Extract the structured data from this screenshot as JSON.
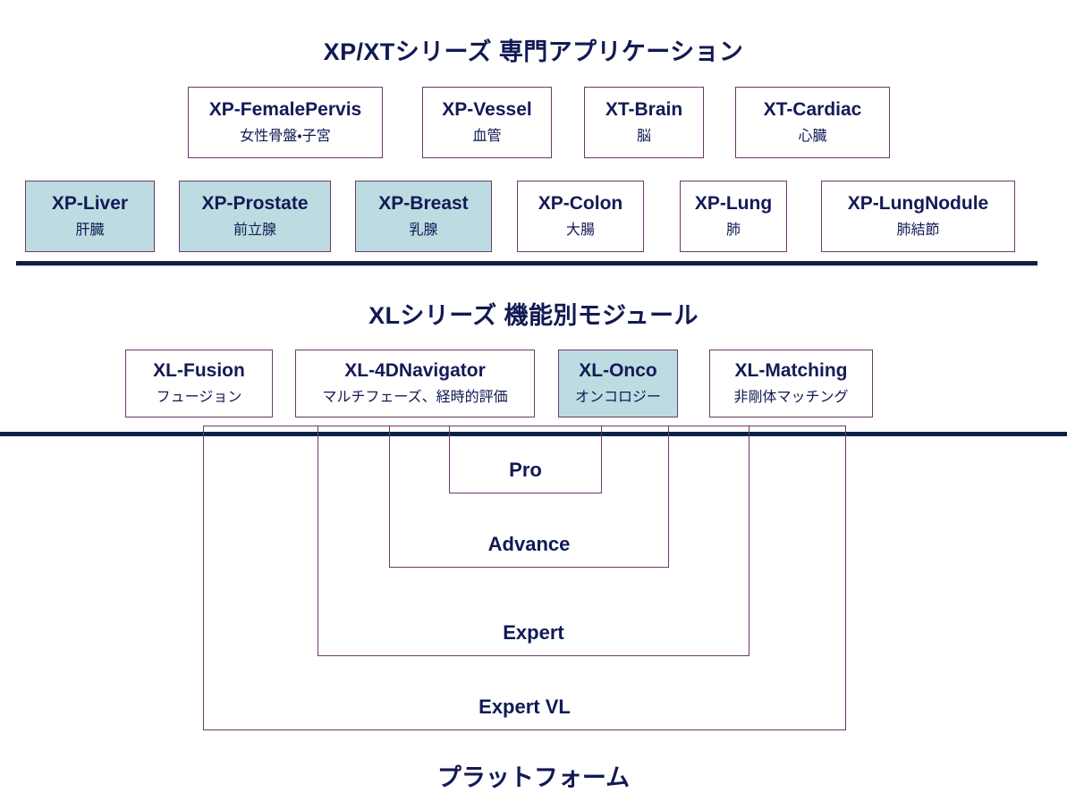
{
  "sections": {
    "xpxt": {
      "title": "XP/XTシリーズ  専門アプリケーション",
      "row1": [
        {
          "name": "XP-FemalePervis",
          "sub": "女性骨盤・子宮",
          "highlight": false
        },
        {
          "name": "XP-Vessel",
          "sub": "血管",
          "highlight": false
        },
        {
          "name": "XT-Brain",
          "sub": "脳",
          "highlight": false
        },
        {
          "name": "XT-Cardiac",
          "sub": "心臓",
          "highlight": false
        }
      ],
      "row2": [
        {
          "name": "XP-Liver",
          "sub": "肝臓",
          "highlight": true
        },
        {
          "name": "XP-Prostate",
          "sub": "前立腺",
          "highlight": true
        },
        {
          "name": "XP-Breast",
          "sub": "乳腺",
          "highlight": true
        },
        {
          "name": "XP-Colon",
          "sub": "大腸",
          "highlight": false
        },
        {
          "name": "XP-Lung",
          "sub": "肺",
          "highlight": false
        },
        {
          "name": "XP-LungNodule",
          "sub": "肺結節",
          "highlight": false
        }
      ]
    },
    "xl": {
      "title": "XLシリーズ  機能別モジュール",
      "modules": [
        {
          "name": "XL-Fusion",
          "sub": "フュージョン",
          "highlight": false
        },
        {
          "name": "XL-4DNavigator",
          "sub": "マルチフェーズ、経時的評価",
          "highlight": false
        },
        {
          "name": "XL-Onco",
          "sub": "オンコロジー",
          "highlight": true
        },
        {
          "name": "XL-Matching",
          "sub": "非剛体マッチング",
          "highlight": false
        }
      ]
    },
    "platform": {
      "title": "プラットフォーム",
      "tiers": [
        {
          "label": "Pro"
        },
        {
          "label": "Advance"
        },
        {
          "label": "Expert"
        },
        {
          "label": "Expert VL"
        }
      ]
    }
  },
  "colors": {
    "text_navy": "#111a52",
    "border_plum": "#6b3a6b",
    "divider_navy": "#0f2045",
    "highlight_fill": "#bcdce1",
    "background": "#ffffff"
  }
}
